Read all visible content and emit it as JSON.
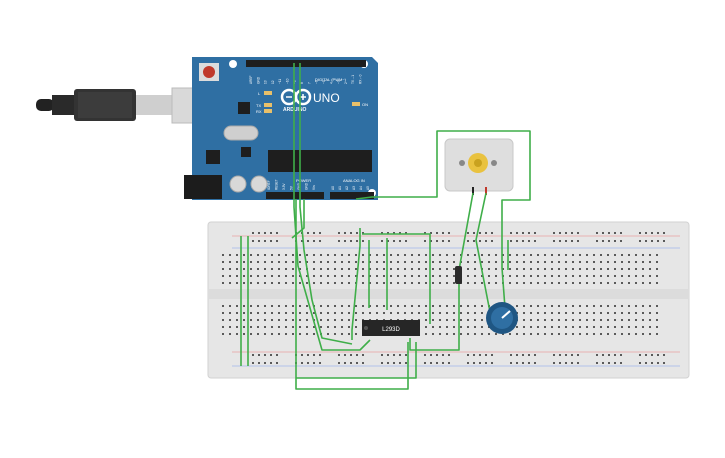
{
  "arduino": {
    "brand": "ARDUINO",
    "model": "UNO",
    "on_label": "ON",
    "digital_label": "DIGITAL (PWM~)",
    "power_label": "POWER",
    "analog_label": "ANALOG IN",
    "led_l": "L",
    "led_tx": "TX",
    "led_rx": "RX",
    "header_top": [
      "AREF",
      "GND",
      "13",
      "12",
      "~11",
      "~10",
      "~9",
      "8",
      "7",
      "~6",
      "~5",
      "4",
      "~3",
      "2",
      "TX→1",
      "RX←0"
    ],
    "header_power": [
      "IOREF",
      "RESET",
      "3.3V",
      "5V",
      "GND",
      "GND",
      "Vin"
    ],
    "header_analog": [
      "A0",
      "A1",
      "A2",
      "A3",
      "A4",
      "A5"
    ]
  },
  "driver_chip": {
    "label": "L293D"
  },
  "colors": {
    "board": "#2f6fa3",
    "board_dark": "#1f5683",
    "wire": "#3fae49",
    "breadboard": "#e7e7e7",
    "hole": "#5a5a5a",
    "rail_red": "#d64541",
    "rail_blue": "#3b6fd6"
  },
  "icons": {
    "usb": "usb-plug-icon",
    "motor": "dc-motor-icon",
    "pot": "potentiometer-icon"
  }
}
